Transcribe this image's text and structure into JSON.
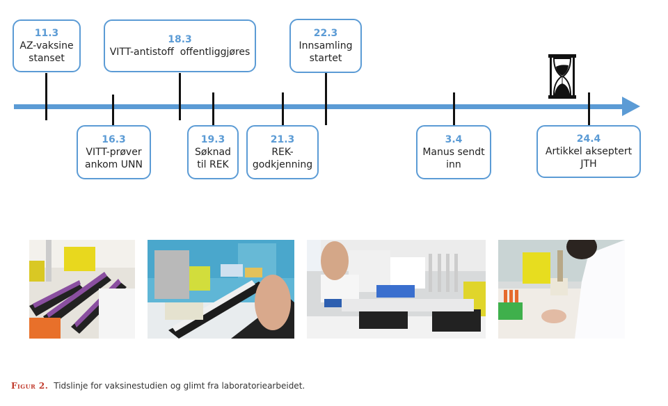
{
  "timeline": {
    "events_above": [
      {
        "date": "11.3",
        "label": "AZ-vaksine stanset",
        "line1": "AZ-vaksine",
        "line2": "stanset"
      },
      {
        "date": "18.3",
        "label": "VITT-antistoff offentliggjøres",
        "line1": "VITT-antistoff  offentliggjøres",
        "line2": ""
      },
      {
        "date": "22.3",
        "label": "Innsamling startet",
        "line1": "Innsamling",
        "line2": "startet"
      }
    ],
    "events_below": [
      {
        "date": "16.3",
        "line1": "VITT-prøver",
        "line2": "ankom UNN"
      },
      {
        "date": "19.3",
        "line1": "Søknad",
        "line2": "til REK"
      },
      {
        "date": "21.3",
        "line1": "REK-",
        "line2": "godkjenning"
      },
      {
        "date": "3.4",
        "line1": "Manus sendt",
        "line2": "inn"
      },
      {
        "date": "24.4",
        "line1": "Artikkel akseptert",
        "line2": "JTH"
      }
    ],
    "accent_color": "#5b9bd5",
    "icon": "hourglass-icon"
  },
  "photos": [
    {
      "name": "sample-tubes-racks-photo",
      "desc": "Racks of purple-capped sample tubes on lab bench"
    },
    {
      "name": "tube-handling-photo",
      "desc": "Hand handling tubes in racks"
    },
    {
      "name": "pipette-station-photo",
      "desc": "Pipettes and tube racks on lab bench"
    },
    {
      "name": "pipetting-photo",
      "desc": "Researcher pipetting into plate"
    }
  ],
  "caption": {
    "figure_label": "Figur 2.",
    "text": "Tidslinje for vaksinestudien og glimt fra laboratoriearbeidet."
  }
}
